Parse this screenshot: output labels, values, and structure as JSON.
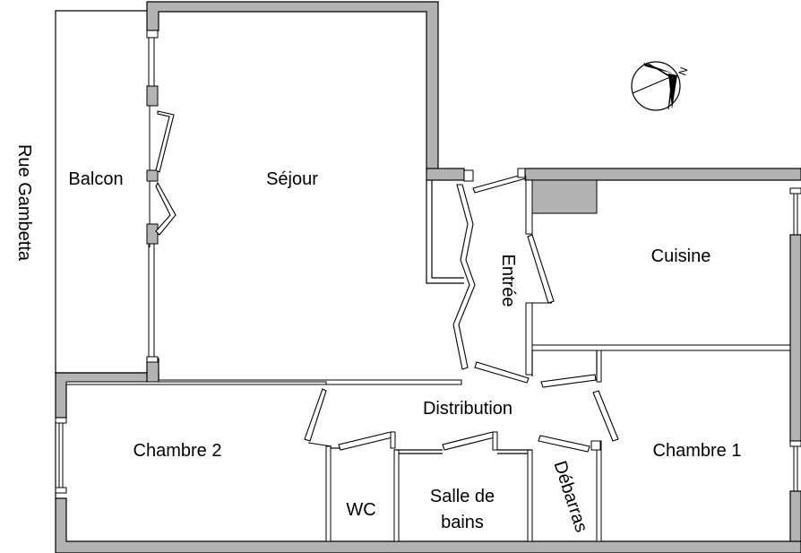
{
  "street_label": "Rue Gambetta",
  "compass_label": "N",
  "rooms": {
    "balcon": "Balcon",
    "sejour": "Séjour",
    "entree": "Entrée",
    "cuisine": "Cuisine",
    "distribution": "Distribution",
    "chambre2": "Chambre 2",
    "chambre1": "Chambre 1",
    "wc": "WC",
    "salle_line1": "Salle de",
    "salle_line2": "bains",
    "debarras": "Débarras"
  },
  "colors": {
    "wall_fill": "#b3b3b3",
    "line": "#000000",
    "background": "#ffffff"
  }
}
